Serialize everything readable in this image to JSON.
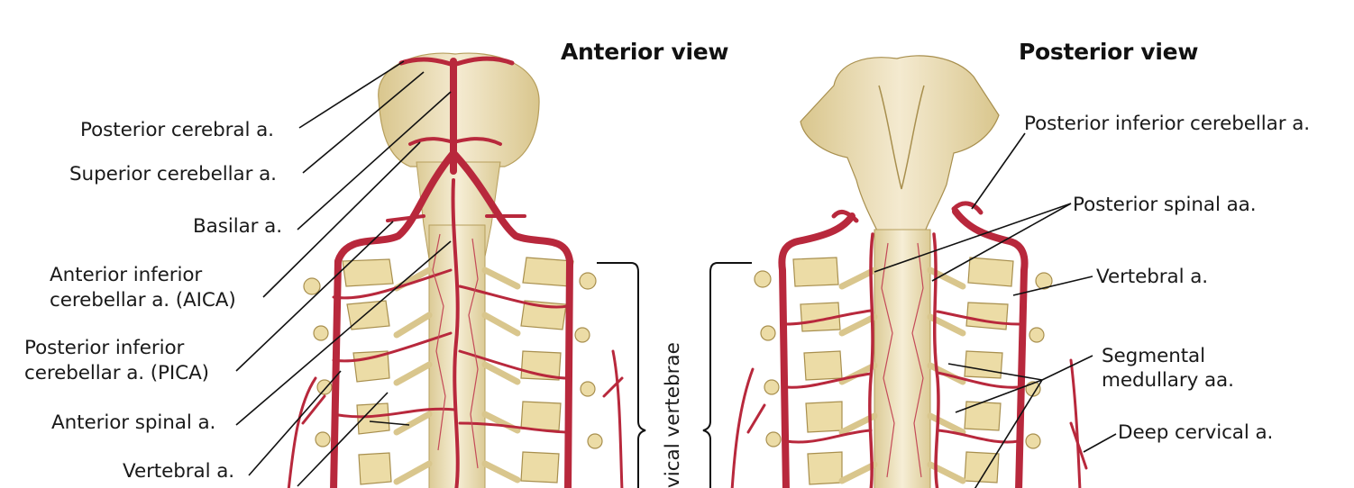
{
  "views": {
    "anterior_title": "Anterior view",
    "posterior_title": "Posterior view"
  },
  "anterior_labels": {
    "posterior_cerebral": "Posterior cerebral a.",
    "superior_cerebellar": "Superior cerebellar a.",
    "basilar": "Basilar a.",
    "aica_line1": "Anterior inferior",
    "aica_line2": "cerebellar a. (AICA)",
    "pica_line1": "Posterior inferior",
    "pica_line2": "cerebellar a. (PICA)",
    "anterior_spinal": "Anterior spinal a.",
    "vertebral": "Vertebral a."
  },
  "posterior_labels": {
    "posterior_inferior_cerebellar": "Posterior inferior cerebellar a.",
    "posterior_spinal": "Posterior spinal aa.",
    "vertebral": "Vertebral a.",
    "segmental_line1": "Segmental",
    "segmental_line2": "medullary aa.",
    "deep_cervical": "Deep cervical a."
  },
  "bracket_label": "vical vertebrae",
  "colors": {
    "artery": "#b8283c",
    "artery_dark": "#8e1a2c",
    "bone": "#eee1b0",
    "bone_shade": "#d6c48b",
    "cord": "#f0e4bc",
    "leader": "#111111"
  }
}
